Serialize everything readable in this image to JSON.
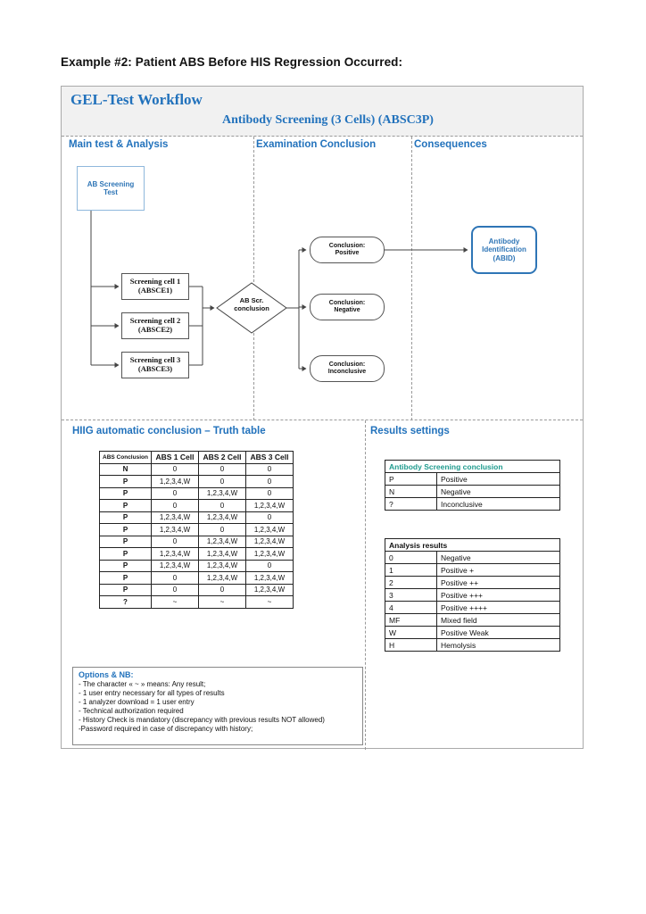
{
  "page": {
    "heading": "Example #2:  Patient ABS Before HIS Regression Occurred:"
  },
  "colors": {
    "heading_blue": "#2272bc",
    "node_blue": "#2e75b6",
    "teal_header": "#1f9b8e",
    "band_gray": "#f1f1f1"
  },
  "workflow": {
    "title": "GEL-Test Workflow",
    "subtitle": "Antibody Screening (3 Cells) (ABSC3P)",
    "columns": {
      "c1": "Main test & Analysis",
      "c2": "Examination Conclusion",
      "c3": "Consequences"
    },
    "nodes": {
      "test": {
        "lines": [
          "AB Screening",
          "Test"
        ]
      },
      "cell1": {
        "lines": [
          "Screening cell 1",
          "(ABSCE1)"
        ]
      },
      "cell2": {
        "lines": [
          "Screening cell 2",
          "(ABSCE2)"
        ]
      },
      "cell3": {
        "lines": [
          "Screening cell 3",
          "(ABSCE3)"
        ]
      },
      "decision": {
        "lines": [
          "AB Scr.",
          "conclusion"
        ]
      },
      "positive": {
        "lines": [
          "Conclusion:",
          "Positive"
        ]
      },
      "negative": {
        "lines": [
          "Conclusion:",
          "Negative"
        ]
      },
      "inconclusive": {
        "lines": [
          "Conclusion:",
          "Inconclusive"
        ]
      },
      "abid": {
        "lines": [
          "Antibody",
          "Identification",
          "(ABID)"
        ]
      }
    }
  },
  "truth_section": {
    "title": "HIIG automatic conclusion – Truth table",
    "table": {
      "headers": [
        "ABS Conclusion",
        "ABS 1 Cell",
        "ABS 2 Cell",
        "ABS 3 Cell"
      ],
      "rows": [
        [
          "N",
          "0",
          "0",
          "0"
        ],
        [
          "P",
          "1,2,3,4,W",
          "0",
          "0"
        ],
        [
          "P",
          "0",
          "1,2,3,4,W",
          "0"
        ],
        [
          "P",
          "0",
          "0",
          "1,2,3,4,W"
        ],
        [
          "P",
          "1,2,3,4,W",
          "1,2,3,4,W",
          "0"
        ],
        [
          "P",
          "1,2,3,4,W",
          "0",
          "1,2,3,4,W"
        ],
        [
          "P",
          "0",
          "1,2,3,4,W",
          "1,2,3,4,W"
        ],
        [
          "P",
          "1,2,3,4,W",
          "1,2,3,4,W",
          "1,2,3,4,W"
        ],
        [
          "P",
          "1,2,3,4,W",
          "1,2,3,4,W",
          "0"
        ],
        [
          "P",
          "0",
          "1,2,3,4,W",
          "1,2,3,4,W"
        ],
        [
          "P",
          "0",
          "0",
          "1,2,3,4,W"
        ],
        [
          "?",
          "~",
          "~",
          "~"
        ]
      ]
    },
    "options": {
      "title": "Options & NB:",
      "lines": [
        "- The character « ~ » means: Any result;",
        "- 1 user entry necessary for all types of results",
        "- 1 analyzer download = 1 user entry",
        "- Technical authorization required",
        "- History Check is mandatory (discrepancy with previous results NOT allowed)",
        "-Password required in case of discrepancy with history;"
      ]
    }
  },
  "results_settings": {
    "title": "Results settings",
    "screening_table": {
      "header": "Antibody Screening conclusion",
      "rows": [
        [
          "P",
          "Positive"
        ],
        [
          "N",
          "Negative"
        ],
        [
          "?",
          "Inconclusive"
        ]
      ]
    },
    "analysis_table": {
      "header": "Analysis results",
      "rows": [
        [
          "0",
          "Negative"
        ],
        [
          "1",
          "Positive +"
        ],
        [
          "2",
          "Positive ++"
        ],
        [
          "3",
          "Positive +++"
        ],
        [
          "4",
          "Positive ++++"
        ],
        [
          "MF",
          "Mixed field"
        ],
        [
          "W",
          "Positive Weak"
        ],
        [
          "H",
          "Hemolysis"
        ]
      ]
    }
  }
}
